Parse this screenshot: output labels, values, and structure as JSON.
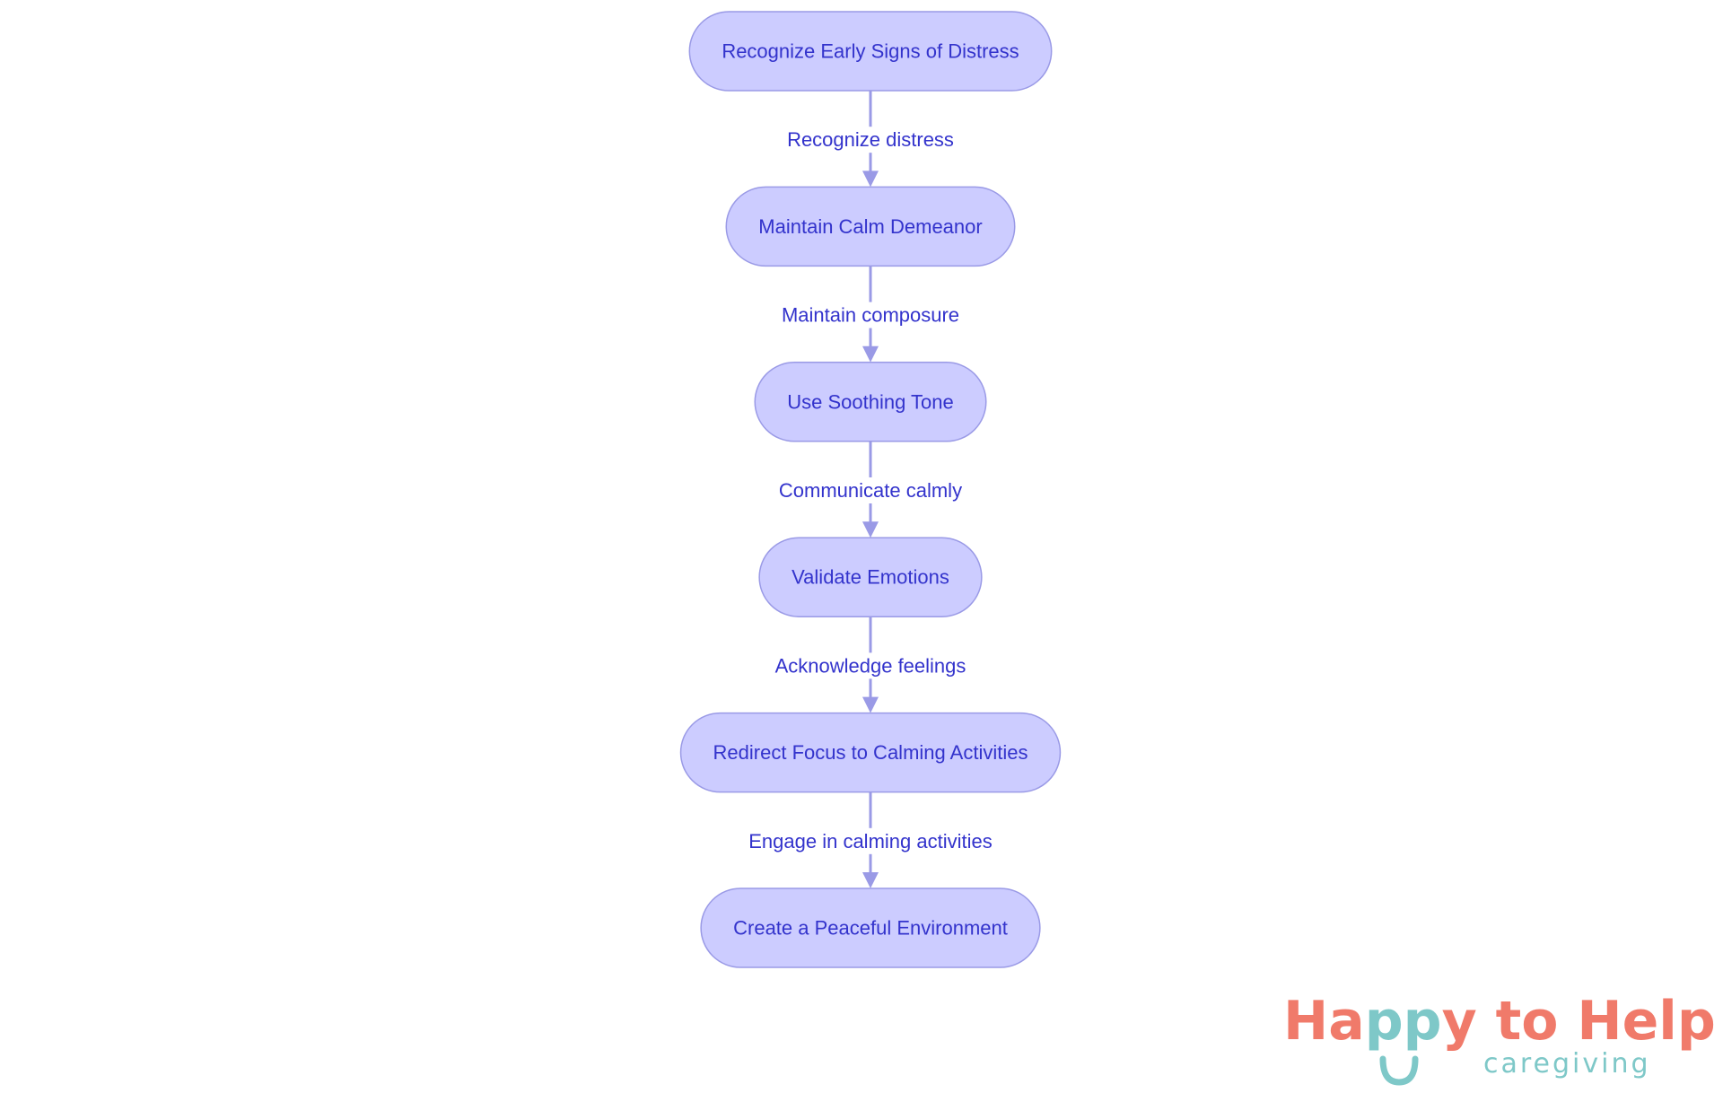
{
  "nodes": [
    {
      "label": "Recognize Early Signs of Distress"
    },
    {
      "label": "Maintain Calm Demeanor"
    },
    {
      "label": "Use Soothing Tone"
    },
    {
      "label": "Validate Emotions"
    },
    {
      "label": "Redirect Focus to Calming Activities"
    },
    {
      "label": "Create a Peaceful Environment"
    }
  ],
  "edges": [
    {
      "from": 0,
      "to": 1,
      "label": "Recognize distress"
    },
    {
      "from": 1,
      "to": 2,
      "label": "Maintain composure"
    },
    {
      "from": 2,
      "to": 3,
      "label": "Communicate calmly"
    },
    {
      "from": 3,
      "to": 4,
      "label": "Acknowledge feelings"
    },
    {
      "from": 4,
      "to": 5,
      "label": "Engage in calming activities"
    }
  ],
  "logo": {
    "part1": "Ha",
    "part2": "pp",
    "part3": "y to Help",
    "sub": "caregiving"
  },
  "colors": {
    "node_fill": "#ccccff",
    "node_stroke": "#9a9ae6",
    "text": "#3333cc",
    "edge": "#9a9ae6",
    "logo_coral": "#f07a6a",
    "logo_teal": "#7ec8c8"
  }
}
